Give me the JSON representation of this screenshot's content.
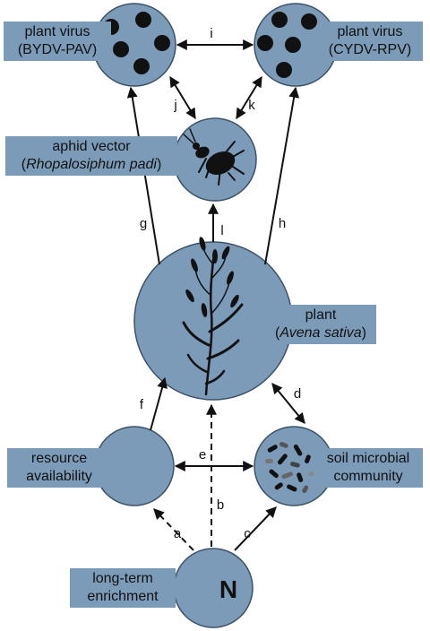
{
  "colors": {
    "node_fill": "#7b9bb8",
    "node_stroke": "#3c5268",
    "label_box": "#7b9bb8",
    "arrow": "#111111",
    "silhouette": "#111111"
  },
  "nodes": {
    "virus_pav": {
      "line1": "plant virus",
      "line2": "(BYDV-PAV)",
      "icon": "virus-particles-icon"
    },
    "virus_rpv": {
      "line1": "plant virus",
      "line2": "(CYDV-RPV)",
      "icon": "virus-particles-icon"
    },
    "aphid": {
      "line1": "aphid vector",
      "line2_open": "(",
      "line2_species": "Rhopalosiphum padi",
      "line2_close": ")",
      "icon": "aphid-silhouette-icon"
    },
    "plant": {
      "line1": "plant",
      "line2_open": "(",
      "line2_species": "Avena sativa",
      "line2_close": ")",
      "icon": "oat-plant-silhouette-icon"
    },
    "resource": {
      "line1": "resource",
      "line2": "availability"
    },
    "soil": {
      "line1": "soil microbial",
      "line2": "community",
      "icon": "microbe-cluster-icon"
    },
    "nitrogen": {
      "line1": "long-term",
      "line2": "enrichment",
      "symbol": "N"
    }
  },
  "edges": [
    {
      "id": "a",
      "label": "a",
      "style": "dashed",
      "direction": "one-way"
    },
    {
      "id": "b",
      "label": "b",
      "style": "dashed",
      "direction": "one-way"
    },
    {
      "id": "c",
      "label": "c",
      "style": "solid",
      "direction": "one-way"
    },
    {
      "id": "d",
      "label": "d",
      "style": "solid",
      "direction": "two-way"
    },
    {
      "id": "e",
      "label": "e",
      "style": "solid",
      "direction": "two-way"
    },
    {
      "id": "f",
      "label": "f",
      "style": "solid",
      "direction": "one-way"
    },
    {
      "id": "g",
      "label": "g",
      "style": "solid",
      "direction": "one-way"
    },
    {
      "id": "h",
      "label": "h",
      "style": "solid",
      "direction": "one-way"
    },
    {
      "id": "i",
      "label": "i",
      "style": "solid",
      "direction": "two-way"
    },
    {
      "id": "j",
      "label": "j",
      "style": "solid",
      "direction": "two-way"
    },
    {
      "id": "k",
      "label": "k",
      "style": "solid",
      "direction": "two-way"
    },
    {
      "id": "l",
      "label": "l",
      "style": "solid",
      "direction": "one-way"
    }
  ]
}
